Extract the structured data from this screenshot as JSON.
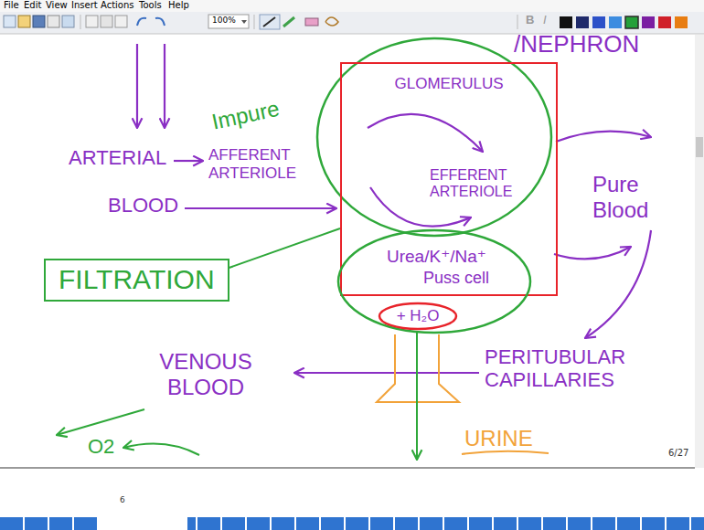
{
  "diagram": {
    "nodes": [
      {
        "text": [
          "FILTRATION"
        ]
      },
      {
        "text": [
          "GLOMERULUS"
        ]
      },
      {
        "text": [
          "Urea/K⁺/Na⁺",
          "Puss cell"
        ]
      },
      {
        "text": [
          "+ H₂O"
        ],
        "in": 2
      }
    ],
    "edges": [
      {
        "from": 0,
        "to": 1,
        "arrow": "none"
      }
    ],
    "labels": [
      "File",
      "Edit",
      "View",
      "Insert",
      "Actions",
      "Tools",
      "Help",
      "100%",
      "B",
      "I",
      "ARTERIAL",
      "BLOOD",
      "Impure",
      "AFFERENT ARTERIOLE",
      "/NEPHRON",
      "EFFERENT ARTERIOLE",
      "Pure Blood",
      "PERITUBULAR CAPILLARIES",
      "VENOUS BLOOD",
      "O2",
      "URINE",
      "6/27",
      "6"
    ]
  }
}
